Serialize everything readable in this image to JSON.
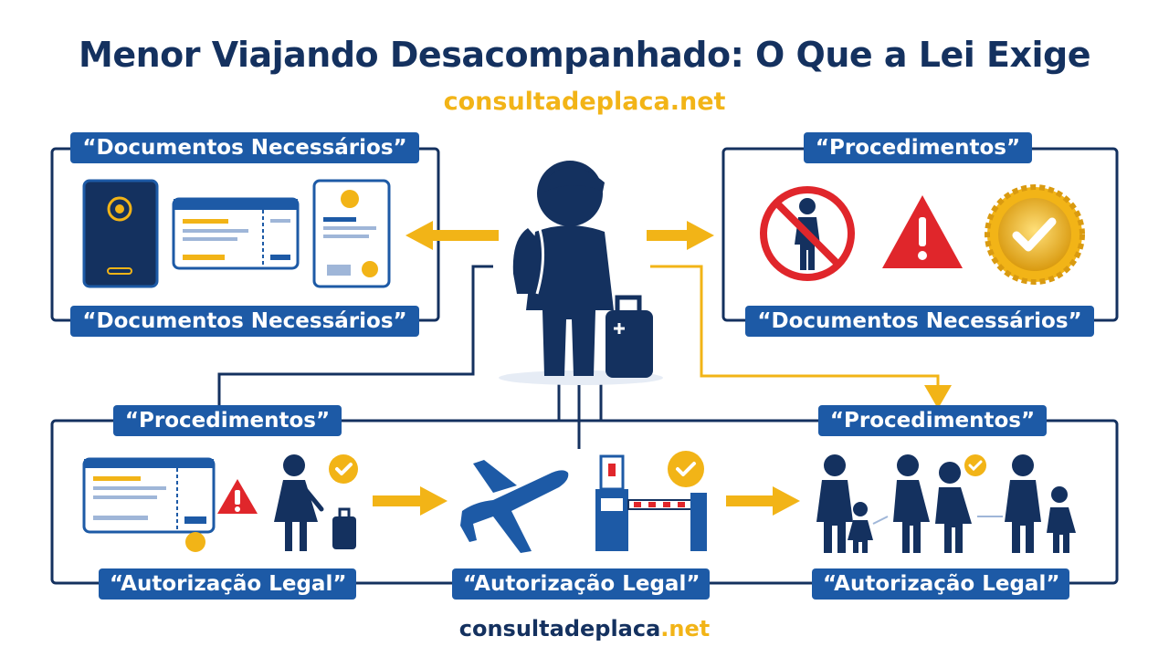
{
  "header": {
    "title": "Menor Viajando Desacompanhado: O Que a Lei Exige",
    "subtitle": "consultadeplaca.net"
  },
  "footer": {
    "brand": "consultadeplaca",
    "tld": ".net"
  },
  "panels": {
    "top_left": {
      "label_top": "“Documentos Necessários”",
      "label_bottom": "“Documentos Necessários”"
    },
    "top_right": {
      "label_top": "“Procedimentos”",
      "label_bottom": "“Documentos Necessários”"
    },
    "bottom": {
      "label_left_top": "“Procedimentos”",
      "label_right_top": "“Procedimentos”",
      "label_left_bottom": "“Autorização Legal”",
      "label_center_bottom": "“Autorização Legal”",
      "label_right_bottom": "“Autorização Legal”"
    }
  },
  "colors": {
    "navy": "#14315f",
    "blue": "#1d5aa6",
    "yellow": "#f2b417",
    "red": "#e0262b"
  },
  "icons": [
    "passport-icon",
    "ticket-icon",
    "certificate-icon",
    "traveler-icon",
    "no-child-icon",
    "warning-icon",
    "approved-seal-icon",
    "woman-with-luggage-icon",
    "airplane-icon",
    "boarding-gate-icon",
    "family-icon"
  ]
}
